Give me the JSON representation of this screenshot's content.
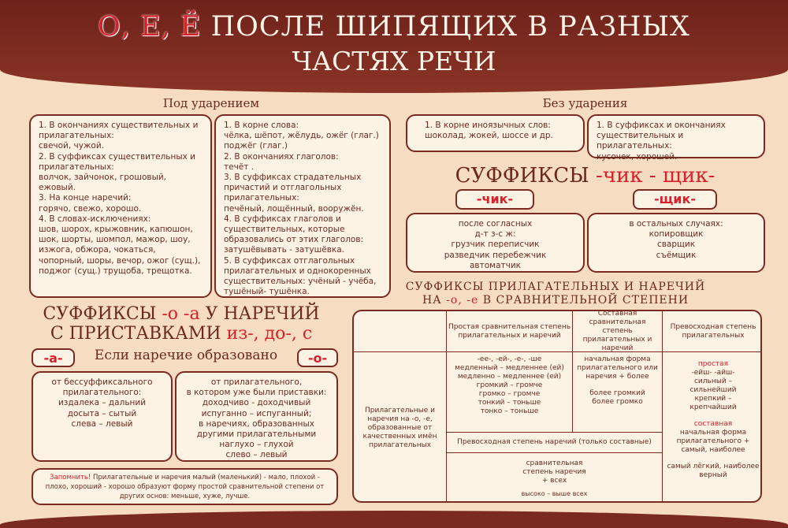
{
  "title": {
    "red": "О, Е, Ё",
    "rest": " ПОСЛЕ ШИПЯЩИХ В РАЗНЫХ",
    "line2": "ЧАСТЯХ РЕЧИ"
  },
  "stressed": {
    "label": "Под ударением",
    "left": [
      "1. В окончаниях существительных и прилагательных:",
      "свечой, чужой.",
      "2. В суффиксах существительных и прилагательных:",
      "волчок, зайчонок, грошовый, ежовый.",
      "3. На конце наречий:",
      "горячо, свежо, хорошо.",
      "4. В словах-исключениях:",
      "шов, шорох, крыжовник, капюшон, шок, шорты, шомпол, мажор, шоу, изжога, обжора, чокаться, чопорный, шоры, вечор, ожог (сущ.), поджог (сущ.) трущоба, трещотка."
    ],
    "right": [
      "1. В корне слова:",
      "чёлка, шёпот, жёлудь, ожёг (глаг.) поджёг (глаг.)",
      "2. В окончаниях глаголов:",
      "течёт .",
      "3. В суффиксах страдательных причастий и отглагольных прилагательных:",
      "печёный, лощённый, вооружён.",
      "4. В суффиксах глаголов и существительных, которые образовались от этих глаголов:",
      "затушёвывать - затушёвка.",
      "5. В суффиксах отглагольных прилагательных и однокоренных существительных: учёный - учёба, тушёный- тушёнка."
    ]
  },
  "unstressed": {
    "label": "Без ударения",
    "left": [
      "1. В корне иноязычных слов:",
      "шоколад, жокей, шоссе и др."
    ],
    "right": [
      "1. В суффиксах и окончаниях существительных и прилагательных:",
      "кусочек, хорошей."
    ]
  },
  "chik": {
    "title": "СУФФИКСЫ ",
    "title_red": "-чик - щик-",
    "tag1": "-чик-",
    "tag2": "-щик-",
    "box1": [
      "после согласных",
      "д-т   з-с   ж:",
      "грузчик   переписчик",
      "разведчик   перебежчик",
      "автоматчик"
    ],
    "box2": [
      "в остальных случаях:",
      "копировщик",
      "сварщик",
      "съёмщик"
    ]
  },
  "adverbs": {
    "title1": "СУФФИКСЫ ",
    "title1_red": "-о -а",
    "title1_rest": " У НАРЕЧИЙ",
    "title2": "С ПРИСТАВКАМИ ",
    "title2_red": "из-, до-, с",
    "tag_a": "-а-",
    "tag_o": "-о-",
    "subtitle": "Если наречие образовано",
    "box_a": [
      "от бессуффиксального прилагательного:",
      "издалека – дальний",
      "досыта – сытый",
      "слева – левый"
    ],
    "box_o": [
      "от прилагательного,",
      "в котором уже были приставки:",
      "доходчиво - доходчивый",
      "испуганно – испуганный;",
      "в наречиях, образованных",
      "другими прилагательными",
      "наглухо – глухой",
      "слево – левый"
    ],
    "note_red": "Запомнить!",
    "note": " Прилагательные и наречия малый (маленький) - мало, плохой - плохо, хороший - хорошо образуют форму простой сравнительной степени от других основ: меньше, хуже, лучше."
  },
  "comparative": {
    "title1": "СУФФИКСЫ ПРИЛАГАТЕЛЬНЫХ И НАРЕЧИЙ",
    "title2a": "НА ",
    "title2_red": "-о, -е",
    "title2b": " В СРАВНИТЕЛЬНОЙ СТЕПЕНИ",
    "headers": [
      "Простая сравнительная степень прилагательных и наречий",
      "Составная сравнительная степень прилагательных и наречий",
      "Превосходная степень прилагательных"
    ],
    "row_label": "Прилагательные и наречия на -о, -е, образованные от качественных имён прилагательных",
    "simple": [
      "-ее-, -ей-, -е-, -ше",
      "медленный – медленнее (ей)",
      "медленно – медленнее (ей)",
      "громкий – громче",
      "громко – громче",
      "тонкий – тоньше",
      "тонко – тоньше"
    ],
    "compound": [
      "начальная форма прилагательного или наречия + более",
      "",
      "более громкий",
      "более громко"
    ],
    "superlative_simple_label": "простая",
    "superlative_simple": [
      "-ейш-  -айш-",
      "сильный –",
      "сильнейший",
      "крепкий –",
      "крепчайший"
    ],
    "superlative_compound_label": "составная",
    "superlative_compound": [
      "начальная форма прилагательного + самый, наиболее",
      "",
      "самый лёгкий, наиболее верный"
    ],
    "adv_super": "Превосходная степень наречий (только составные)",
    "adv_super_rule": [
      "сравнительная",
      "степень наречия",
      "+ всех"
    ],
    "adv_super_example": "высоко – выше всех"
  },
  "colors": {
    "brown": "#7a2a20",
    "red": "#d8202a",
    "cream": "#fcf3e4",
    "background": "#f6dcc0"
  }
}
